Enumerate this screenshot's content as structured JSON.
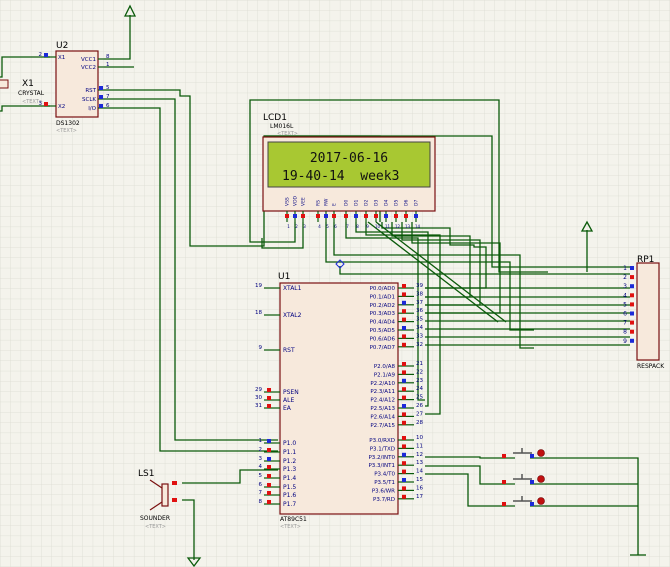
{
  "u2": {
    "ref": "U2",
    "part": "DS1302",
    "text_tag": "<TEXT>",
    "left_pins": [
      {
        "num": "2",
        "name": "X1"
      },
      {
        "num": "3",
        "name": "X2"
      }
    ],
    "right_pins": [
      {
        "num": "8",
        "name": "VCC1"
      },
      {
        "num": "1",
        "name": "VCC2"
      },
      {
        "num": "5",
        "name": "RST"
      },
      {
        "num": "7",
        "name": "SCLK"
      },
      {
        "num": "6",
        "name": "I/O"
      }
    ]
  },
  "x1": {
    "ref": "X1",
    "part": "CRYSTAL",
    "text_tag": "<TEXT>"
  },
  "lcd": {
    "ref": "LCD1",
    "part": "LM016L",
    "text_tag": "<TEXT>",
    "line1": "2017-06-16",
    "line2": "19-40-14  week3",
    "pins": [
      {
        "num": "1",
        "name": "VSS"
      },
      {
        "num": "2",
        "name": "VDD"
      },
      {
        "num": "3",
        "name": "VEE"
      },
      {
        "num": "4",
        "name": "RS"
      },
      {
        "num": "5",
        "name": "RW"
      },
      {
        "num": "6",
        "name": "E"
      },
      {
        "num": "7",
        "name": "D0"
      },
      {
        "num": "8",
        "name": "D1"
      },
      {
        "num": "9",
        "name": "D2"
      },
      {
        "num": "10",
        "name": "D3"
      },
      {
        "num": "11",
        "name": "D4"
      },
      {
        "num": "12",
        "name": "D5"
      },
      {
        "num": "13",
        "name": "D6"
      },
      {
        "num": "14",
        "name": "D7"
      }
    ]
  },
  "u1": {
    "ref": "U1",
    "part": "AT89C51",
    "text_tag": "<TEXT>",
    "left_pins": [
      {
        "num": "19",
        "name": "XTAL1"
      },
      {
        "num": "18",
        "name": "XTAL2"
      },
      {
        "num": "9",
        "name": "RST"
      },
      {
        "num": "29",
        "name": "PSEN"
      },
      {
        "num": "30",
        "name": "ALE"
      },
      {
        "num": "31",
        "name": "EA"
      },
      {
        "num": "1",
        "name": "P1.0"
      },
      {
        "num": "2",
        "name": "P1.1"
      },
      {
        "num": "3",
        "name": "P1.2"
      },
      {
        "num": "4",
        "name": "P1.3"
      },
      {
        "num": "5",
        "name": "P1.4"
      },
      {
        "num": "6",
        "name": "P1.5"
      },
      {
        "num": "7",
        "name": "P1.6"
      },
      {
        "num": "8",
        "name": "P1.7"
      }
    ],
    "p0_pins": [
      {
        "num": "39",
        "name": "P0.0/AD0"
      },
      {
        "num": "38",
        "name": "P0.1/AD1"
      },
      {
        "num": "37",
        "name": "P0.2/AD2"
      },
      {
        "num": "36",
        "name": "P0.3/AD3"
      },
      {
        "num": "35",
        "name": "P0.4/AD4"
      },
      {
        "num": "34",
        "name": "P0.5/AD5"
      },
      {
        "num": "33",
        "name": "P0.6/AD6"
      },
      {
        "num": "32",
        "name": "P0.7/AD7"
      }
    ],
    "p2_pins": [
      {
        "num": "21",
        "name": "P2.0/A8"
      },
      {
        "num": "22",
        "name": "P2.1/A9"
      },
      {
        "num": "23",
        "name": "P2.2/A10"
      },
      {
        "num": "24",
        "name": "P2.3/A11"
      },
      {
        "num": "25",
        "name": "P2.4/A12"
      },
      {
        "num": "26",
        "name": "P2.5/A13"
      },
      {
        "num": "27",
        "name": "P2.6/A14"
      },
      {
        "num": "28",
        "name": "P2.7/A15"
      }
    ],
    "p3_pins": [
      {
        "num": "10",
        "name": "P3.0/RXD"
      },
      {
        "num": "11",
        "name": "P3.1/TXD"
      },
      {
        "num": "12",
        "name": "P3.2/INT0"
      },
      {
        "num": "13",
        "name": "P3.3/INT1"
      },
      {
        "num": "14",
        "name": "P3.4/T0"
      },
      {
        "num": "15",
        "name": "P3.5/T1"
      },
      {
        "num": "16",
        "name": "P3.6/WR"
      },
      {
        "num": "17",
        "name": "P3.7/RD"
      }
    ]
  },
  "rp1": {
    "ref": "RP1",
    "part": "RESPACK",
    "pins": [
      "1",
      "2",
      "3",
      "4",
      "5",
      "6",
      "7",
      "8",
      "9"
    ]
  },
  "ls1": {
    "ref": "LS1",
    "part": "SOUNDER",
    "text_tag": "<TEXT>"
  },
  "colors": {
    "background": "#f4f3ec",
    "grid": "#dcdcd2",
    "wire": "#0a5a0a",
    "component_body": "#f7e9dc",
    "component_border": "#7a1010",
    "pin_text": "#000080",
    "lcd_screen": "#a8c832",
    "pin_high": "#e01010",
    "pin_low": "#1c2ad8"
  }
}
